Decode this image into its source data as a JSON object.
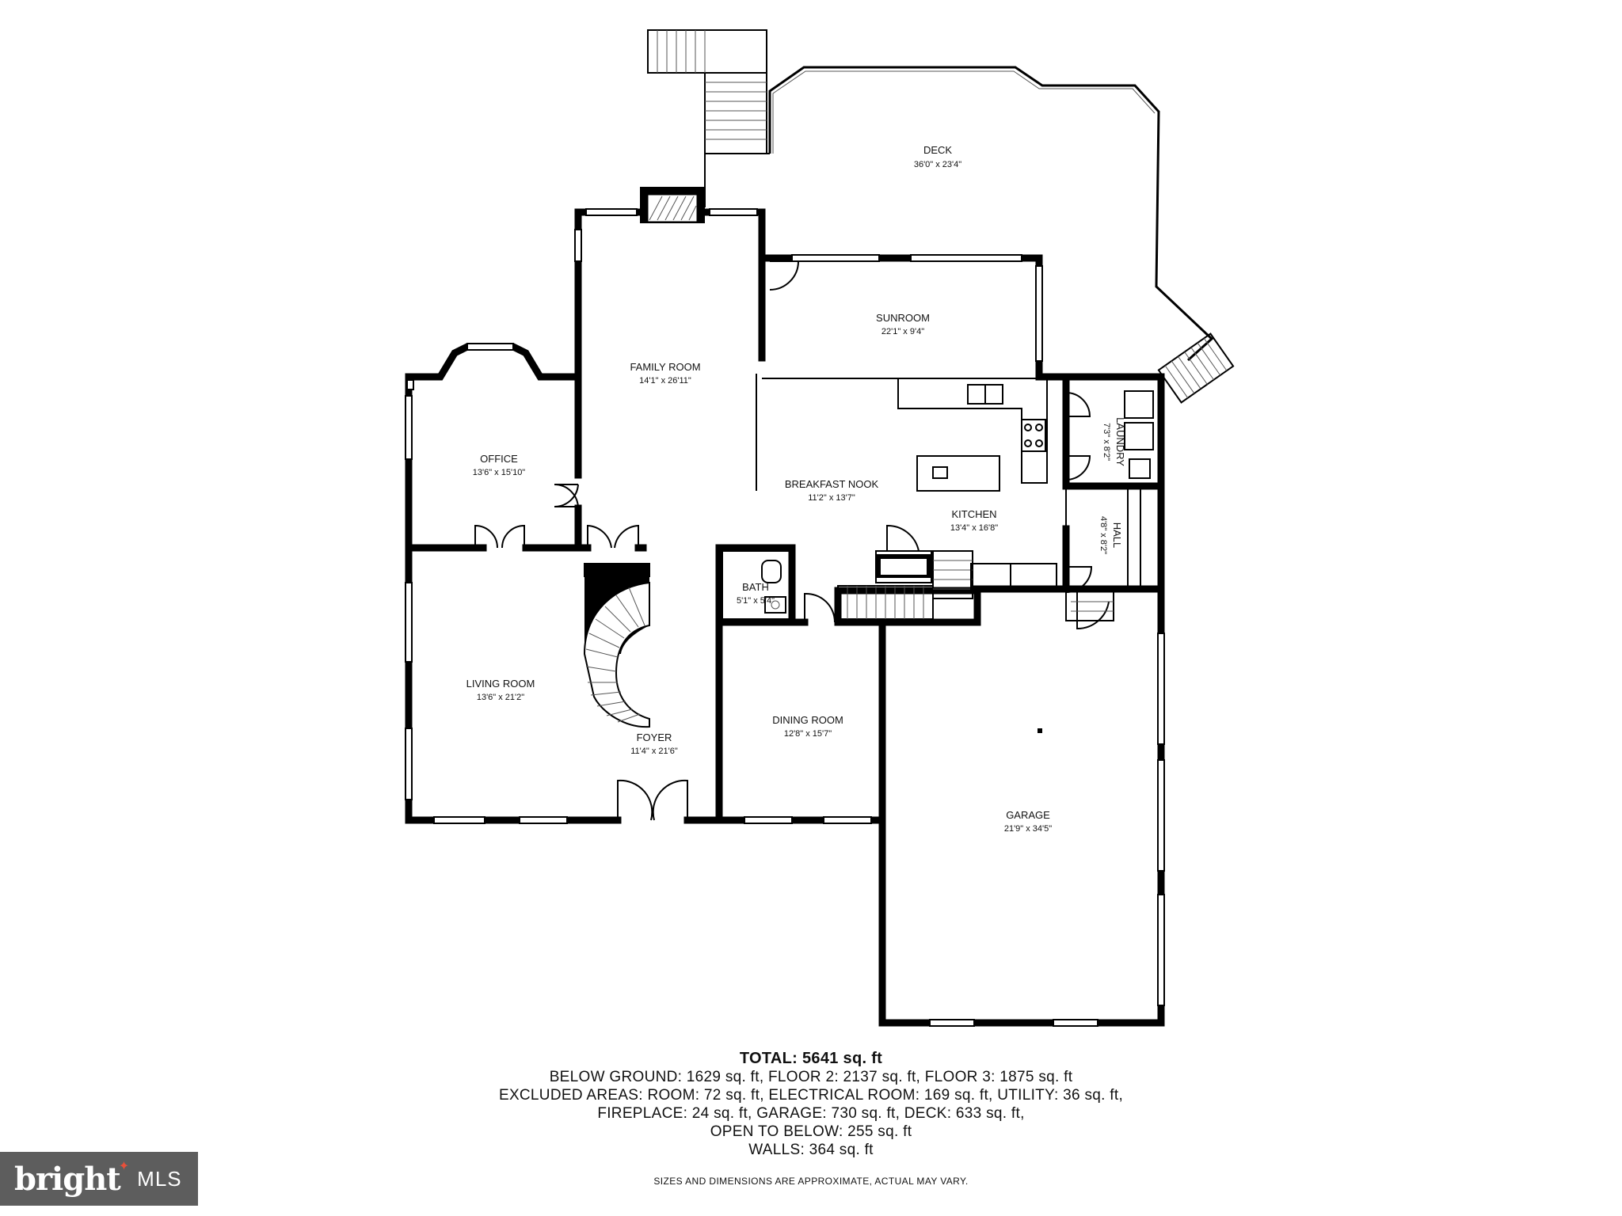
{
  "rooms": [
    {
      "id": "deck",
      "name": "DECK",
      "dims": "36'0\" x 23'4\""
    },
    {
      "id": "sunroom",
      "name": "SUNROOM",
      "dims": "22'1\" x 9'4\""
    },
    {
      "id": "family",
      "name": "FAMILY ROOM",
      "dims": "14'1\" x 26'11\""
    },
    {
      "id": "office",
      "name": "OFFICE",
      "dims": "13'6\" x 15'10\""
    },
    {
      "id": "breakfast",
      "name": "BREAKFAST NOOK",
      "dims": "11'2\" x 13'7\""
    },
    {
      "id": "kitchen",
      "name": "KITCHEN",
      "dims": "13'4\" x 16'8\""
    },
    {
      "id": "laundry",
      "name": "LAUNDRY",
      "dims": "7'3\" x 8'2\""
    },
    {
      "id": "hall",
      "name": "HALL",
      "dims": "4'8\" x 8'2\""
    },
    {
      "id": "bath",
      "name": "BATH",
      "dims": "5'1\" x 5'4\""
    },
    {
      "id": "living",
      "name": "LIVING ROOM",
      "dims": "13'6\" x 21'2\""
    },
    {
      "id": "foyer",
      "name": "FOYER",
      "dims": "11'4\" x 21'6\""
    },
    {
      "id": "dining",
      "name": "DINING ROOM",
      "dims": "12'8\" x 15'7\""
    },
    {
      "id": "garage",
      "name": "GARAGE",
      "dims": "21'9\" x 34'5\""
    }
  ],
  "summary": {
    "total": "TOTAL: 5641 sq. ft",
    "line1": "BELOW GROUND: 1629 sq. ft, FLOOR 2: 2137 sq. ft, FLOOR 3: 1875 sq. ft",
    "line2": "EXCLUDED AREAS: ROOM: 72 sq. ft, ELECTRICAL ROOM: 169 sq. ft, UTILITY: 36 sq. ft,",
    "line3": "FIREPLACE: 24 sq. ft, GARAGE: 730 sq. ft, DECK: 633 sq. ft,",
    "line4": "OPEN TO BELOW: 255 sq. ft",
    "line5": "WALLS: 364 sq. ft"
  },
  "disclaimer": "SIZES AND DIMENSIONS ARE APPROXIMATE, ACTUAL MAY VARY.",
  "logo": {
    "brand": "bright",
    "suffix": "MLS",
    "accent_color": "#e8503a",
    "background_color": "#5d5d5d"
  }
}
